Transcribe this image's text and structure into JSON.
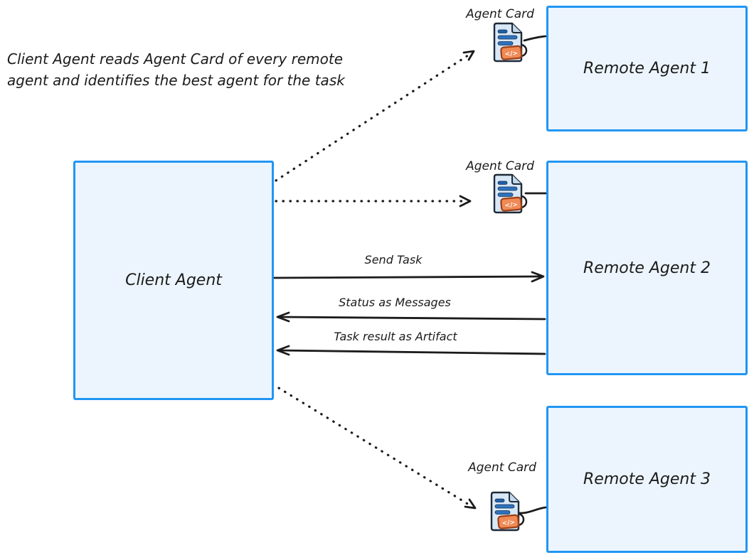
{
  "description": {
    "line1": "Client Agent reads Agent Card of every remote",
    "line2": "agent and identifies the best agent for the task"
  },
  "nodes": {
    "client": {
      "label": "Client Agent"
    },
    "remote1": {
      "label": "Remote Agent 1"
    },
    "remote2": {
      "label": "Remote Agent 2"
    },
    "remote3": {
      "label": "Remote Agent 3"
    }
  },
  "agent_card": {
    "label": "Agent Card",
    "badge_text": "</>",
    "icon_name": "agent-card-document-icon"
  },
  "arrows": {
    "send_task": {
      "label": "Send Task",
      "direction": "client-to-remote2",
      "style": "solid"
    },
    "status": {
      "label": "Status as Messages",
      "direction": "remote2-to-client",
      "style": "solid"
    },
    "task_result": {
      "label": "Task result as Artifact",
      "direction": "remote2-to-client",
      "style": "solid"
    },
    "read_card_1": {
      "label": "",
      "direction": "client-to-agent-card-1",
      "style": "dotted"
    },
    "read_card_2": {
      "label": "",
      "direction": "client-to-agent-card-2",
      "style": "dotted"
    },
    "read_card_3": {
      "label": "",
      "direction": "client-to-agent-card-3",
      "style": "dotted"
    }
  },
  "colors": {
    "box_border": "#2196f3",
    "box_fill": "#ecf5fd",
    "ink": "#1b1b1b",
    "icon_doc_fill": "#d8e8f7",
    "icon_fold_fill": "#c3d9ee",
    "icon_bar_blue": "#2e72bd",
    "icon_badge_fill": "#f08a56",
    "icon_badge_border": "#9e3f16",
    "icon_badge_text": "#ffffff"
  }
}
